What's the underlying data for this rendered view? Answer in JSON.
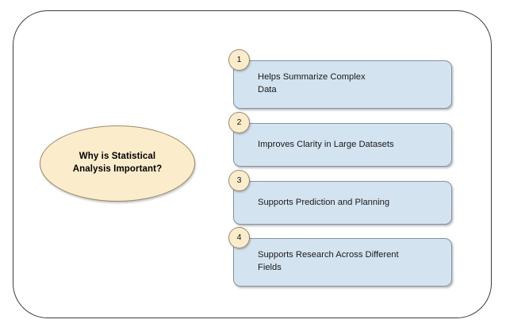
{
  "diagram": {
    "title": "Why is Statistical Analysis Important?",
    "center_node": {
      "label": "Why is Statistical\nAnalysis Important?",
      "fill_color": "#fbeccb",
      "border_color": "#9a8a6d",
      "shape": "ellipse"
    },
    "frame": {
      "border_color": "#3d3d3d",
      "fill_color": "#ffffff"
    },
    "item_style": {
      "fill_color": "#d4e3f0",
      "border_color": "#7f93a8",
      "badge_fill_color": "#fbeccb",
      "badge_border_color": "#9a8a6d",
      "text_color": "#1a1a1a"
    },
    "items": [
      {
        "number": "1",
        "label": "Helps Summarize Complex\nData"
      },
      {
        "number": "2",
        "label": "Improves Clarity in Large Datasets"
      },
      {
        "number": "3",
        "label": "Supports Prediction and Planning"
      },
      {
        "number": "4",
        "label": "Supports Research Across Different\nFields"
      }
    ]
  }
}
